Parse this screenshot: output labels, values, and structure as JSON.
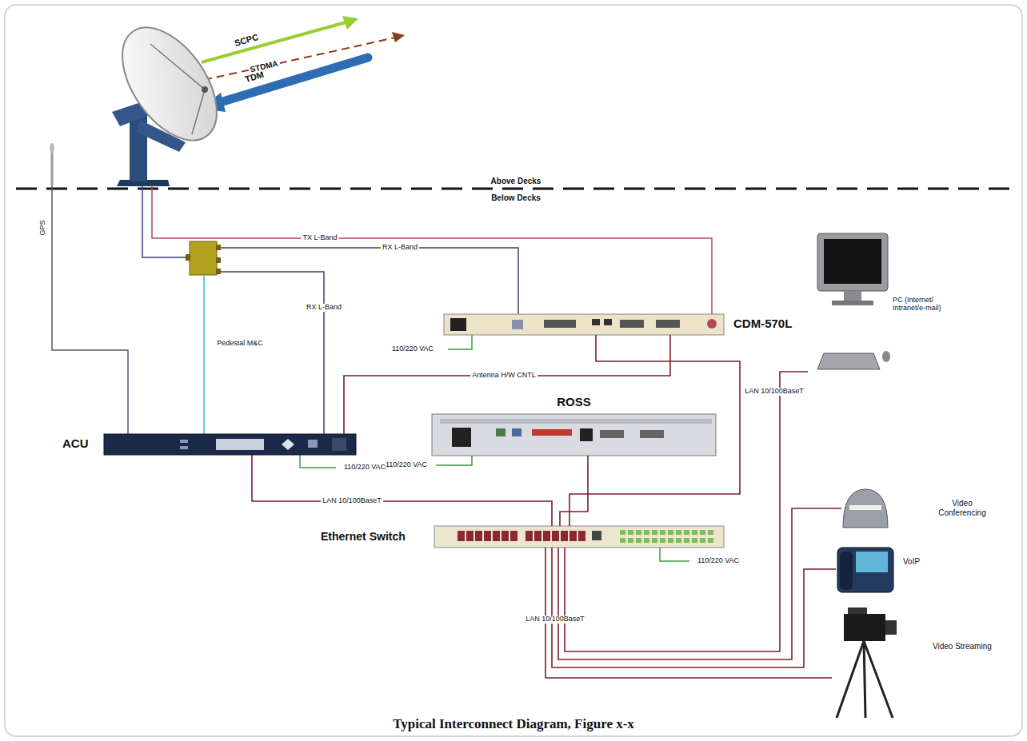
{
  "diagram": {
    "caption": "Typical Interconnect Diagram, Figure x-x",
    "nodes": [
      {
        "text": [
          "CDM-570L"
        ]
      },
      {
        "text": [
          "PC (Internet/ Intranet/e-mail)"
        ]
      },
      {
        "text": [
          "ACU"
        ]
      },
      {
        "text": [
          "ROSS"
        ]
      },
      {
        "text": [
          "Video Conferencing"
        ]
      },
      {
        "text": [
          "Ethernet Switch"
        ]
      },
      {
        "text": [
          "VoIP"
        ]
      },
      {
        "text": [
          "Video Streaming"
        ]
      }
    ],
    "edges": [
      {
        "from": 2,
        "to": 0,
        "label": "Antenna H/W CNTL",
        "arrow": "none"
      },
      {
        "from": 2,
        "to": 5,
        "label": "LAN 10/100BaseT",
        "arrow": "none"
      },
      {
        "from": 0,
        "to": 5,
        "label": "LAN 10/100BaseT",
        "arrow": "none"
      },
      {
        "from": 3,
        "to": 5,
        "arrow": "none"
      },
      {
        "from": 5,
        "to": 1,
        "arrow": "none"
      },
      {
        "from": 5,
        "to": 4,
        "arrow": "none"
      },
      {
        "from": 5,
        "to": 6,
        "arrow": "none"
      },
      {
        "from": 5,
        "to": 7,
        "label": "LAN 10/100BaseT",
        "arrow": "none"
      }
    ],
    "labels": [
      "SCPC",
      "STDMA",
      "TDM",
      "Above Decks",
      "Below Decks",
      "GPS",
      "TX L-Band",
      "RX L-Band",
      "RX L-Band",
      "Pedestal M&C",
      "110/220 VAC",
      "110/220 VAC",
      "110/220 VAC",
      "110/220 VAC"
    ]
  }
}
